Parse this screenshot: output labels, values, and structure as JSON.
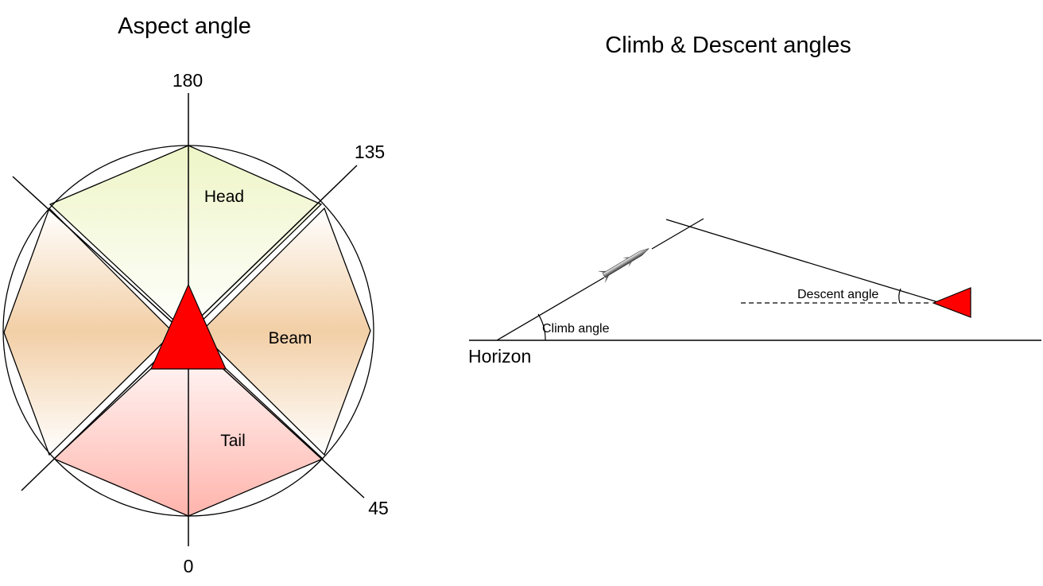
{
  "aspect": {
    "title": "Aspect angle",
    "bearing_labels": {
      "top": "180",
      "upper_right": "135",
      "lower_right": "45",
      "bottom": "0"
    },
    "zones": {
      "head": "Head",
      "beam": "Beam",
      "tail": "Tail"
    }
  },
  "climb": {
    "title": "Climb & Descent angles",
    "horizon_label": "Horizon",
    "climb_label": "Climb angle",
    "descent_label": "Descent angle"
  },
  "colors": {
    "target": "#ff0000",
    "head_fill": "#eef5c6",
    "beam_fill": "#f2cfa6",
    "tail_fill": "#ffb4ac",
    "stroke": "#000000"
  },
  "icons": {
    "missile": "missile-icon",
    "target_left": "red-triangle-icon",
    "target_up": "red-triangle-icon"
  }
}
